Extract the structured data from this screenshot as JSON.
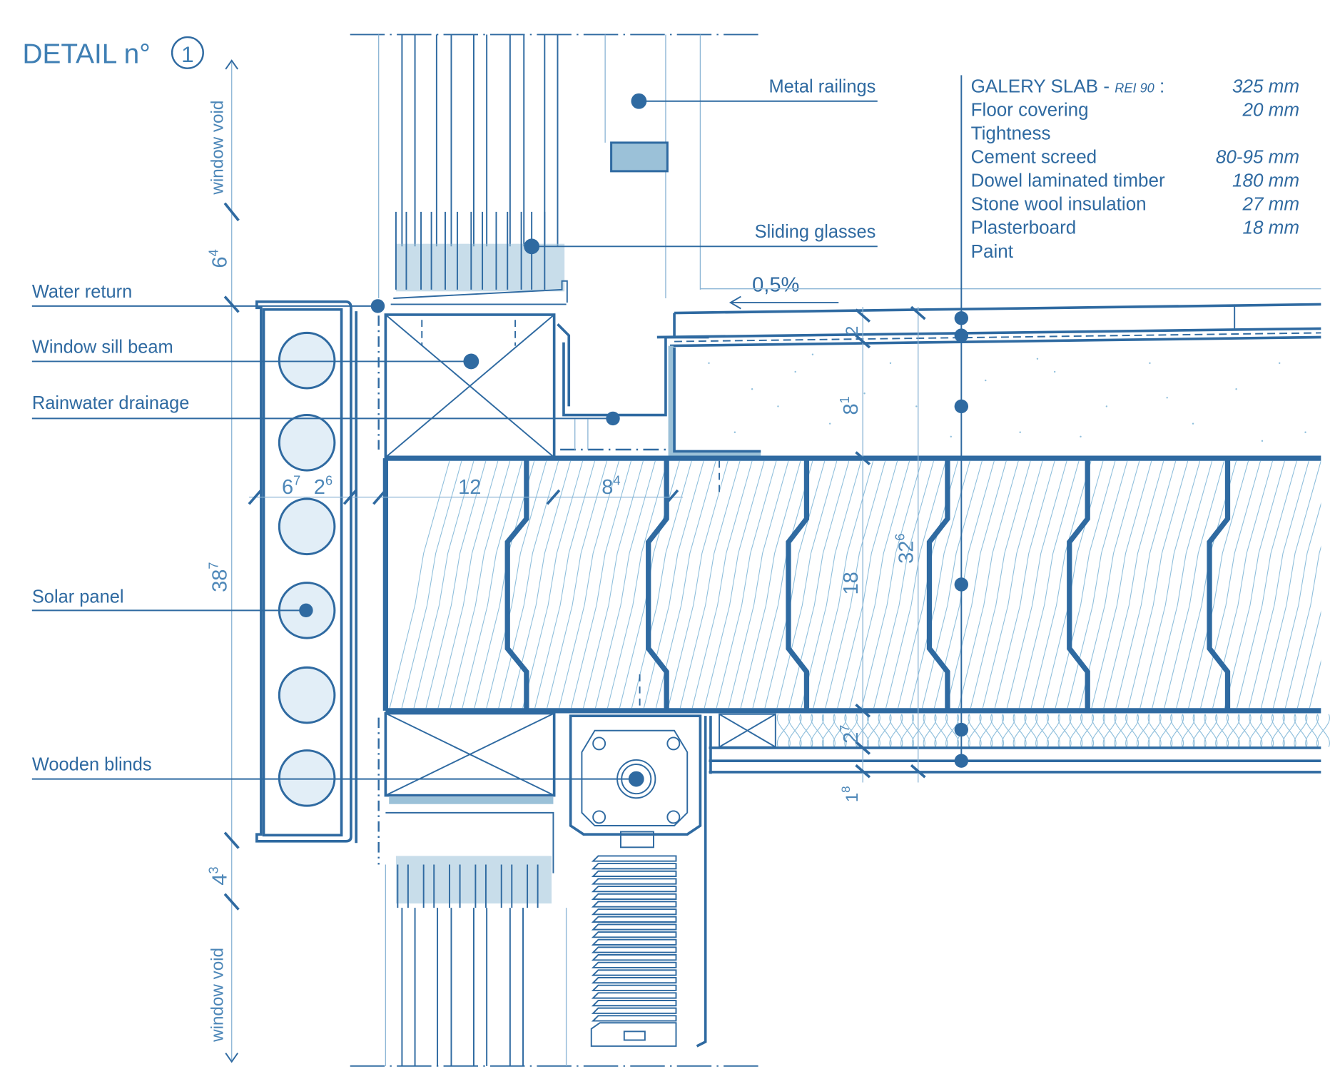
{
  "title": {
    "text": "DETAIL n°",
    "number": "1"
  },
  "callouts_left": [
    {
      "label": "Water return"
    },
    {
      "label": "Window sill beam"
    },
    {
      "label": "Rainwater drainage"
    },
    {
      "label": "Solar panel"
    },
    {
      "label": "Wooden blinds"
    }
  ],
  "callouts_right": [
    {
      "label": "Metal railings"
    },
    {
      "label": "Sliding glasses"
    }
  ],
  "slope": {
    "label": "0,5%"
  },
  "composition": {
    "header": {
      "name": "GALERY SLAB - ",
      "rating": "REI 90",
      "colon": " :",
      "value": "325 mm"
    },
    "layers": [
      {
        "name": "Floor covering",
        "value": "20 mm"
      },
      {
        "name": "Tightness",
        "value": ""
      },
      {
        "name": "Cement screed",
        "value": "80-95 mm"
      },
      {
        "name": "Dowel laminated timber",
        "value": "180 mm"
      },
      {
        "name": "Stone wool insulation",
        "value": "27 mm"
      },
      {
        "name": "Plasterboard",
        "value": "18 mm"
      },
      {
        "name": "Paint",
        "value": ""
      }
    ]
  },
  "dimensions": {
    "window_void_top": "window void",
    "window_void_bottom": "window void",
    "d_6_4": {
      "base": "6",
      "sup": "4"
    },
    "d_38_7": {
      "base": "38",
      "sup": "7"
    },
    "d_4_3": {
      "base": "4",
      "sup": "3"
    },
    "d_6_7": {
      "base": "6",
      "sup": "7"
    },
    "d_2_6": {
      "base": "2",
      "sup": "6"
    },
    "d_12": {
      "base": "12",
      "sup": ""
    },
    "d_8_4": {
      "base": "8",
      "sup": "4"
    },
    "d_2": {
      "base": "2",
      "sup": ""
    },
    "d_8_1": {
      "base": "8",
      "sup": "1"
    },
    "d_18": {
      "base": "18",
      "sup": ""
    },
    "d_32_6": {
      "base": "32",
      "sup": "6"
    },
    "d_2_7": {
      "base": "2",
      "sup": "7"
    },
    "d_1_8": {
      "base": "1",
      "sup": "8"
    }
  },
  "colors": {
    "line": "#2f6aa1",
    "light_line": "#8db6d6",
    "fill_light": "#e2eef7",
    "fill_mid": "#9bc1d8"
  }
}
